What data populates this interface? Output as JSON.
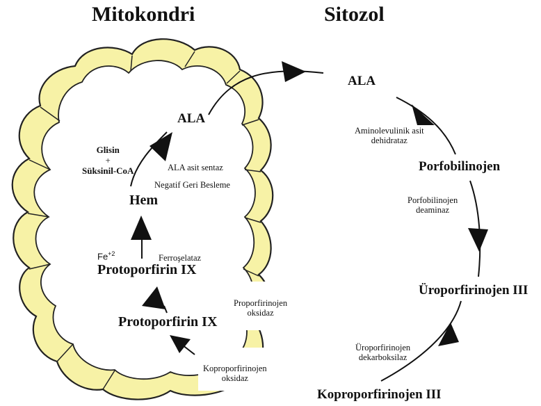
{
  "headers": {
    "mitochondria": "Mitokondri",
    "cytosol": "Sitozol"
  },
  "mitochondria": {
    "ala": "ALA",
    "glycine": "Glisin",
    "plus": "+",
    "succinyl_coa": "Süksinil-CoA",
    "ala_synthase": "ALA asit sentaz",
    "negative_feedback": "Negatif Geri Besleme",
    "heme": "Hem",
    "fe_base": "Fe",
    "fe_charge": "+2",
    "ferrochelatase": "Ferroşelataz",
    "protoporphyrin_ix_upper": "Protoporfirin IX",
    "protoporphyrinogen_oxidase_1": "Proporfirinojen",
    "protoporphyrinogen_oxidase_2": "oksidaz",
    "protoporphyrin_ix_lower": "Protoporfirin IX",
    "coproporphyrinogen_oxidase_1": "Koproporfirinojen",
    "coproporphyrinogen_oxidase_2": "oksidaz"
  },
  "cytosol": {
    "ala": "ALA",
    "ala_dehydratase_1": "Aminolevulinik asit",
    "ala_dehydratase_2": "dehidrataz",
    "porphobilinogen": "Porfobilinojen",
    "pbg_deaminase_1": "Porfobilinojen",
    "pbg_deaminase_2": "deaminaz",
    "uroporphyrinogen_iii": "Üroporfirinojen III",
    "uro_decarboxylase_1": "Üroporfirinojen",
    "uro_decarboxylase_2": "dekarboksilaz",
    "coproporphyrinogen_iii": "Koproporfirinojen III"
  },
  "colors": {
    "membrane_fill": "#f7f2a6",
    "outline": "#222222",
    "background": "#ffffff"
  }
}
